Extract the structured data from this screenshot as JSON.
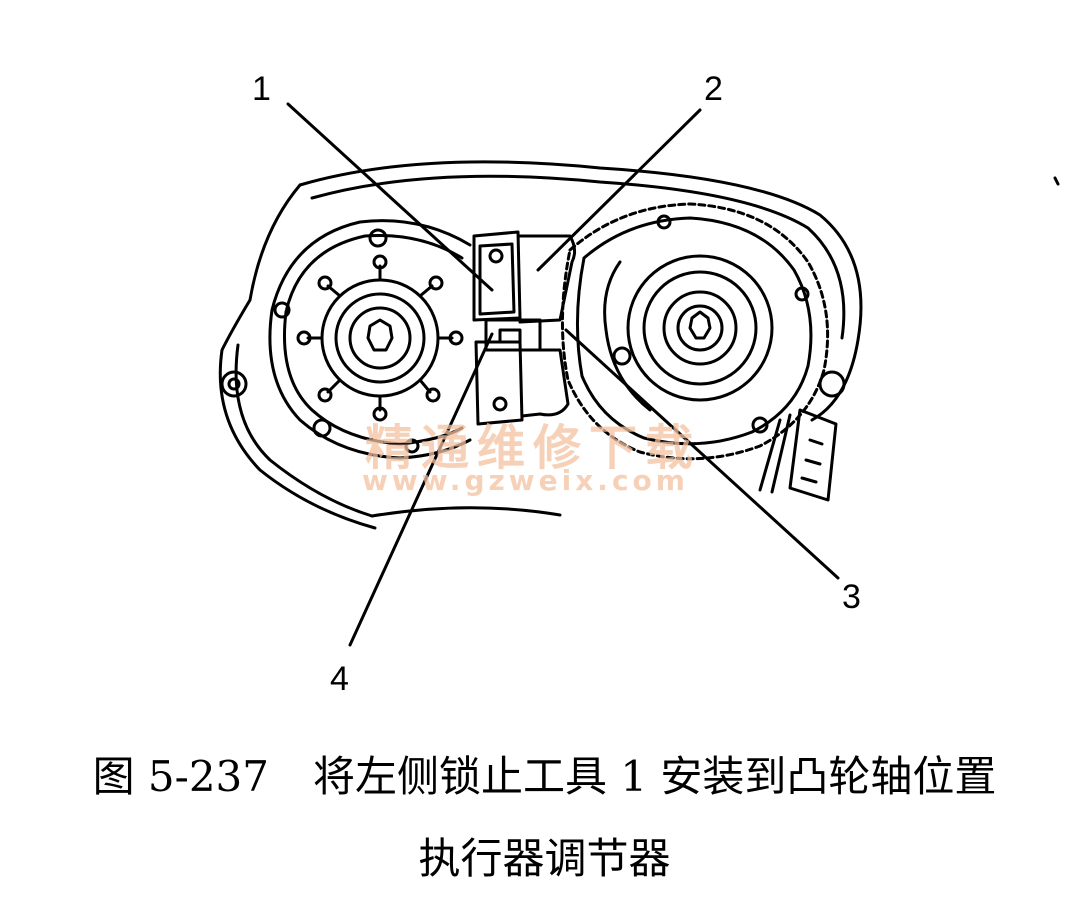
{
  "callouts": {
    "one": "1",
    "two": "2",
    "three": "3",
    "four": "4"
  },
  "watermark": {
    "cn": "精通维修下载",
    "url": "www.gzweix.com"
  },
  "caption": {
    "number": "图 5-237",
    "line1": "将左侧锁止工具 1 安装到凸轮轴位置",
    "line2": "执行器调节器"
  },
  "colors": {
    "ink": "#000000",
    "watermark": "#f3c1a0",
    "background": "#ffffff"
  }
}
